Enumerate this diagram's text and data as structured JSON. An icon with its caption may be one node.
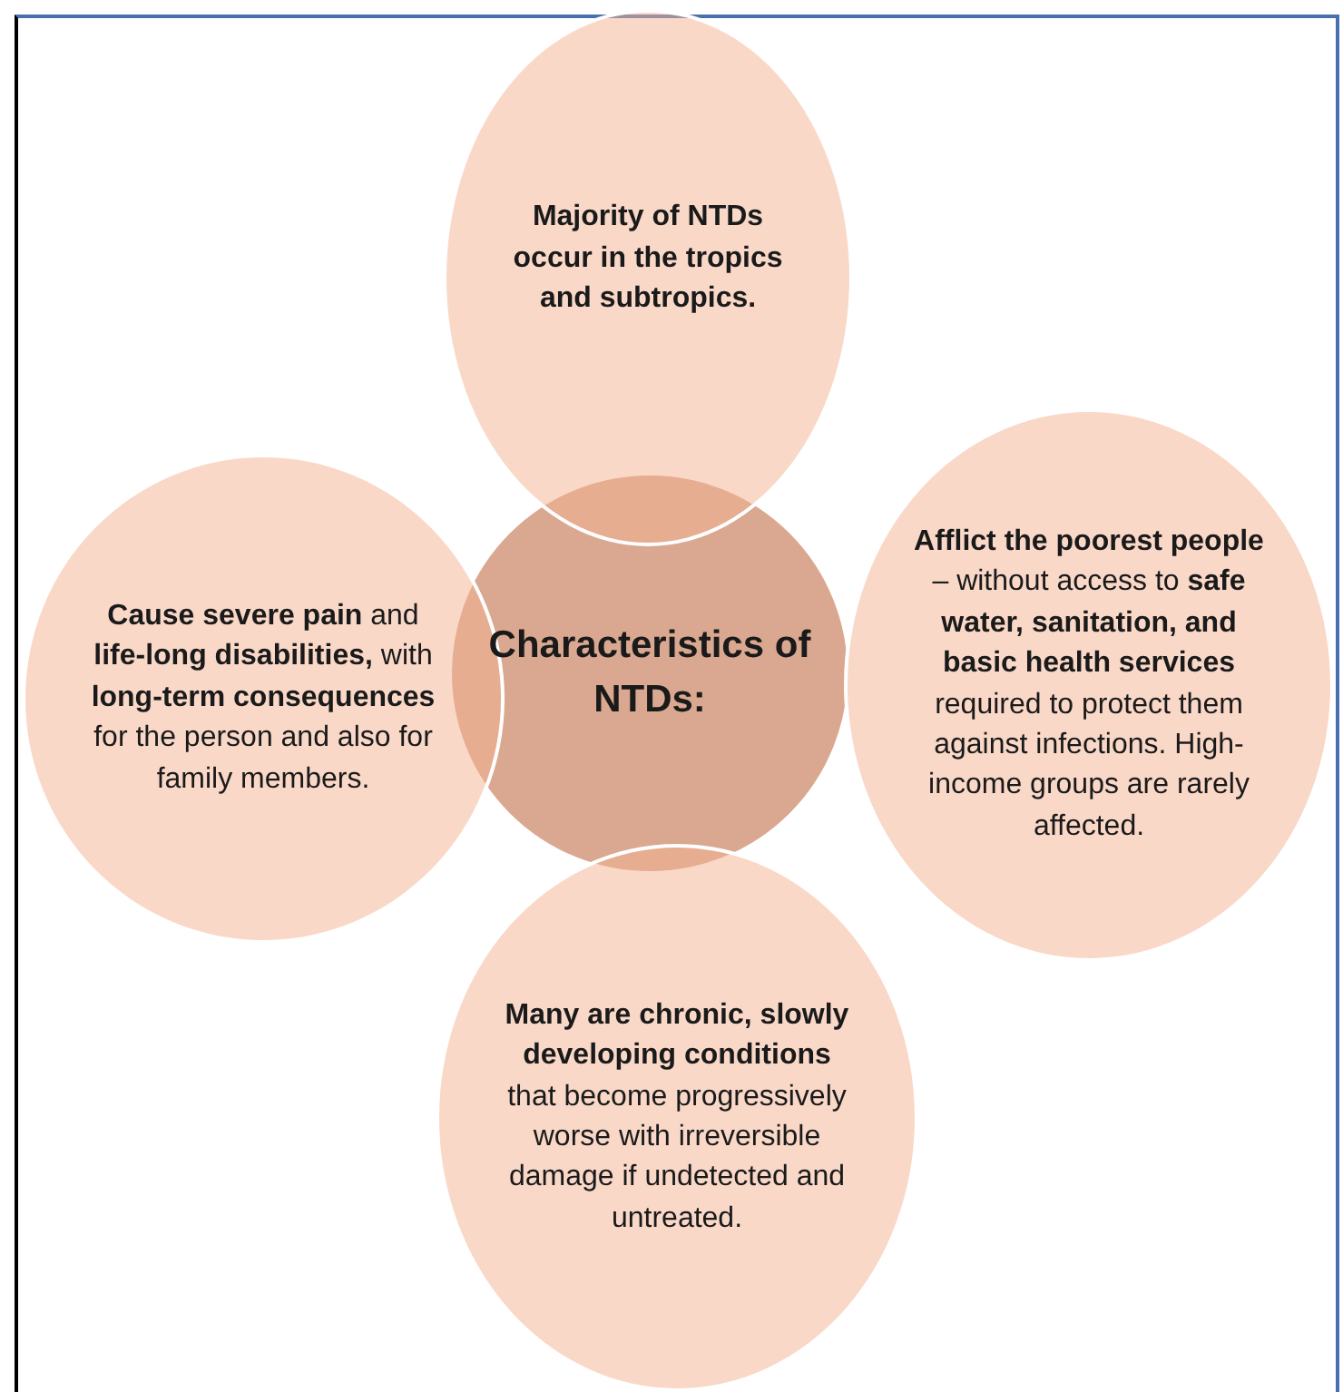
{
  "diagram": {
    "nodes": [
      {
        "text": [
          "**Majority of NTDs occur in the tropics and subtropics.**"
        ]
      },
      {
        "text": [
          "**Cause severe pain** and **life-long disabilities,** with **long-term consequences** for the person and also for family members."
        ]
      },
      {
        "text": [
          "Characteristics of NTDs:"
        ]
      },
      {
        "text": [
          "**Afflict the poorest people** – without access to **safe water, sanitation, and basic health services** required to protect them against infections. High-income groups are rarely affected."
        ]
      },
      {
        "text": [
          "**Many are chronic, slowly developing conditions** that become progressively worse with irreversible damage if undetected and untreated."
        ]
      }
    ]
  }
}
